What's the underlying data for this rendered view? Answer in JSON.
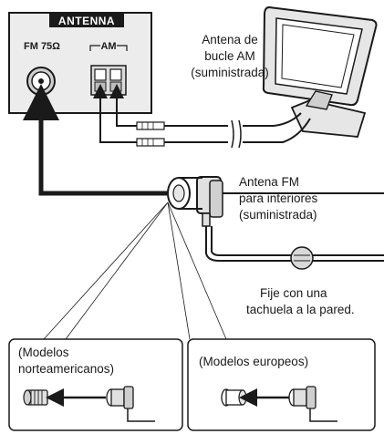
{
  "panel": {
    "title": "ANTENNA",
    "fm_port_label": "FM 75Ω",
    "am_port_label": "AM"
  },
  "labels": {
    "am_antenna": [
      "Antena de",
      "bucle AM",
      "(suministrada)"
    ],
    "fm_antenna": [
      "Antena FM",
      "para interiores",
      "(suministrada)"
    ],
    "tack_note": [
      "Fije con una",
      "tachuela a la pared."
    ],
    "north_american": [
      "(Modelos",
      "norteamericanos)"
    ],
    "european": [
      "(Modelos europeos)"
    ]
  },
  "colors": {
    "panel_fill": "#e8e8e8",
    "panel_header": "#1a1a1a",
    "line": "#1a1a1a",
    "highlight": "#d9d9d9"
  }
}
